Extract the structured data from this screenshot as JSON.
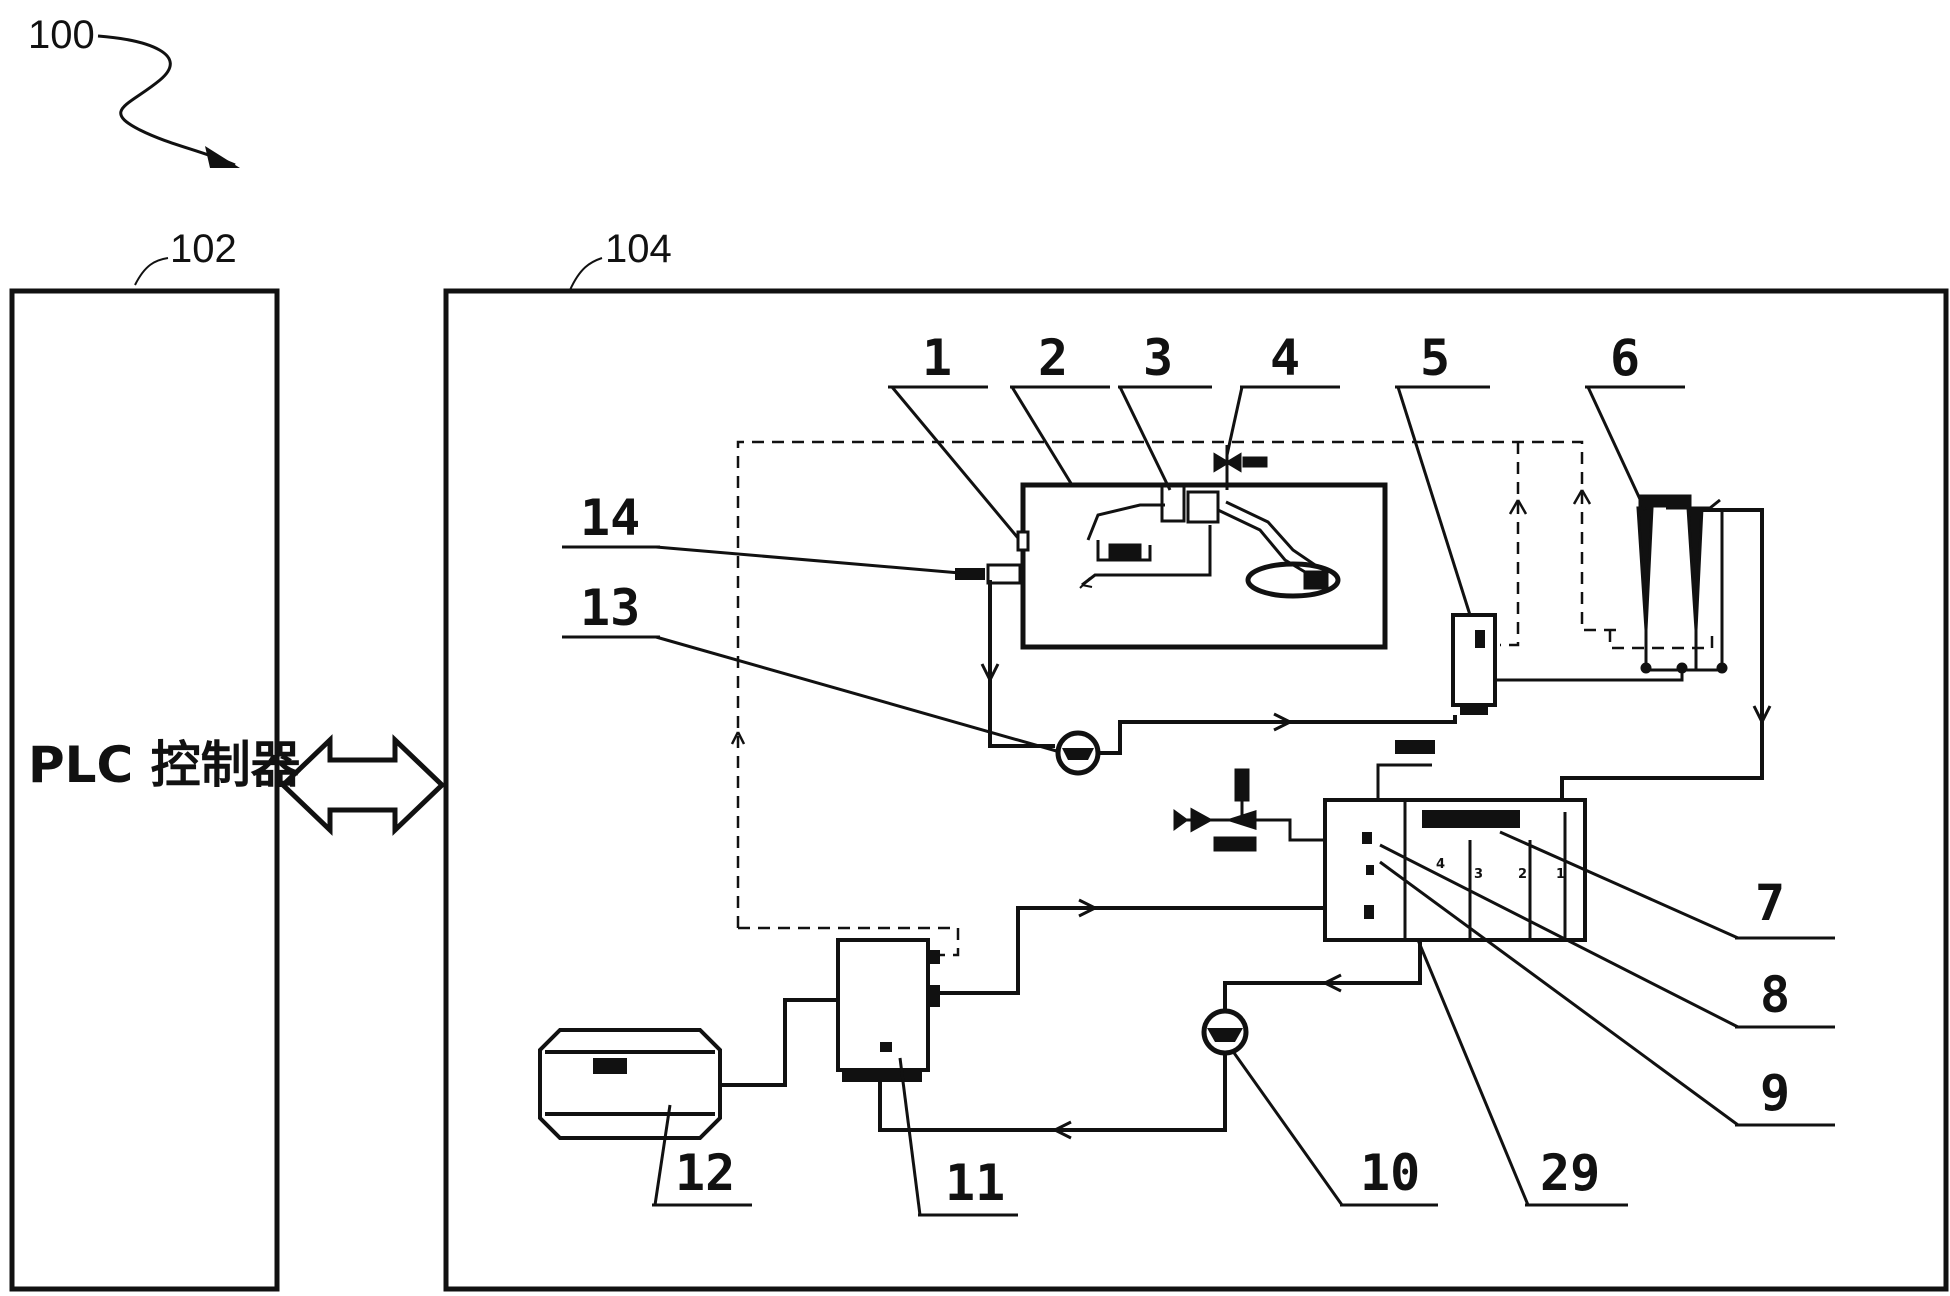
{
  "refs": {
    "system": "100",
    "controller": "102",
    "unit": "104"
  },
  "controller_label": "PLC 控制器",
  "callouts": [
    "1",
    "2",
    "3",
    "4",
    "5",
    "6",
    "7",
    "8",
    "9",
    "10",
    "11",
    "12",
    "13",
    "14",
    "29"
  ],
  "chamber_labels": [
    "4",
    "3",
    "2",
    "1"
  ]
}
